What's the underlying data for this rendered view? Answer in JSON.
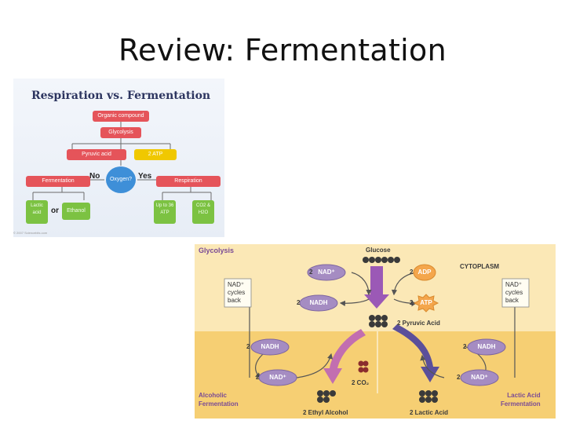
{
  "slide": {
    "title": "Review: Fermentation"
  },
  "fig1": {
    "title": "Respiration vs. Fermentation",
    "organic": "Organic compound",
    "glycolysis": "Glycolysis",
    "pyruvic": "Pyruvic acid",
    "atp": "2 ATP",
    "no": "No",
    "yes": "Yes",
    "oxygen": "Oxygen?",
    "fermentation": "Fermentation",
    "respiration": "Respiration",
    "lactic": "Lactic acid",
    "or": "or",
    "ethanol": "Ethanol",
    "atp36": "Up to 36 ATP",
    "co2water": "CO2 & H2O",
    "credit": "© 2007 Sciencebits.com",
    "colors": {
      "red": "#e5545a",
      "yellow": "#f0c800",
      "blue": "#3e8fd8",
      "green": "#7cc242"
    }
  },
  "fig2": {
    "glycolysis": "Glycolysis",
    "glucose": "Glucose",
    "cytoplasm": "CYTOPLASM",
    "nad_plus": "NAD⁺",
    "nadh": "NADH",
    "adp": "ADP",
    "atp": "ATP",
    "two": "2",
    "nad_cycles": [
      "NAD⁺",
      "cycles",
      "back"
    ],
    "pyruvic": "2 Pyruvic Acid",
    "co2": "2 CO₂",
    "alcoholic": [
      "Alcoholic",
      "Fermentation"
    ],
    "lactic_ferm": [
      "Lactic Acid",
      "Fermentation"
    ],
    "ethyl": "2 Ethyl Alcohol",
    "lactic": "2 Lactic Acid",
    "colors": {
      "top": "#fbe8b6",
      "bottom": "#f6cf73",
      "purple_oval": "#a58cc2",
      "orange_oval": "#f4a64c",
      "arrow_purple": "#9b59b6",
      "arrow_blue": "#5b4f9a",
      "arrow_pink": "#c26eb0"
    }
  }
}
